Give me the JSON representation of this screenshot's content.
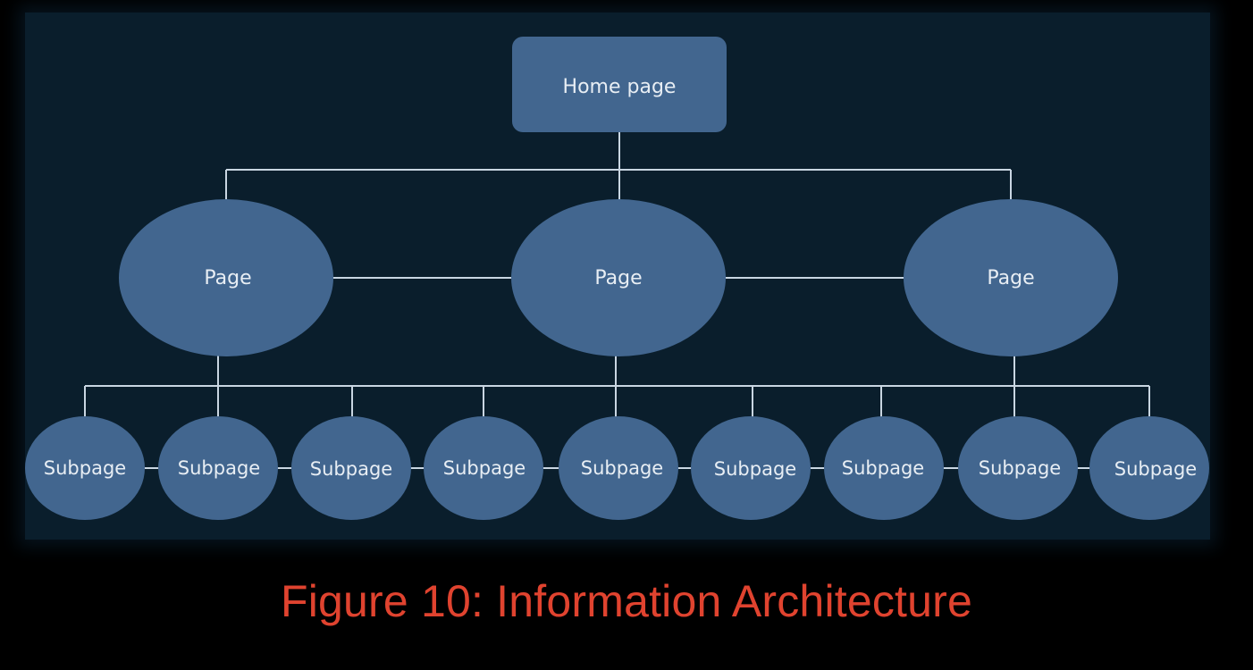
{
  "diagram": {
    "root": {
      "label": "Home page"
    },
    "pages": [
      {
        "label": "Page"
      },
      {
        "label": "Page"
      },
      {
        "label": "Page"
      }
    ],
    "subpages": [
      {
        "label": "Subpage"
      },
      {
        "label": "Subpage"
      },
      {
        "label": "Subpage"
      },
      {
        "label": "Subpage"
      },
      {
        "label": "Subpage"
      },
      {
        "label": "Subpage"
      },
      {
        "label": "Subpage"
      },
      {
        "label": "Subpage"
      },
      {
        "label": "Subpage"
      }
    ],
    "colors": {
      "node_fill": "#42668f",
      "connector": "#c9d6e2",
      "panel_bg": "#0a1e2c",
      "caption": "#e0432f"
    }
  },
  "caption": "Figure 10: Information Architecture"
}
